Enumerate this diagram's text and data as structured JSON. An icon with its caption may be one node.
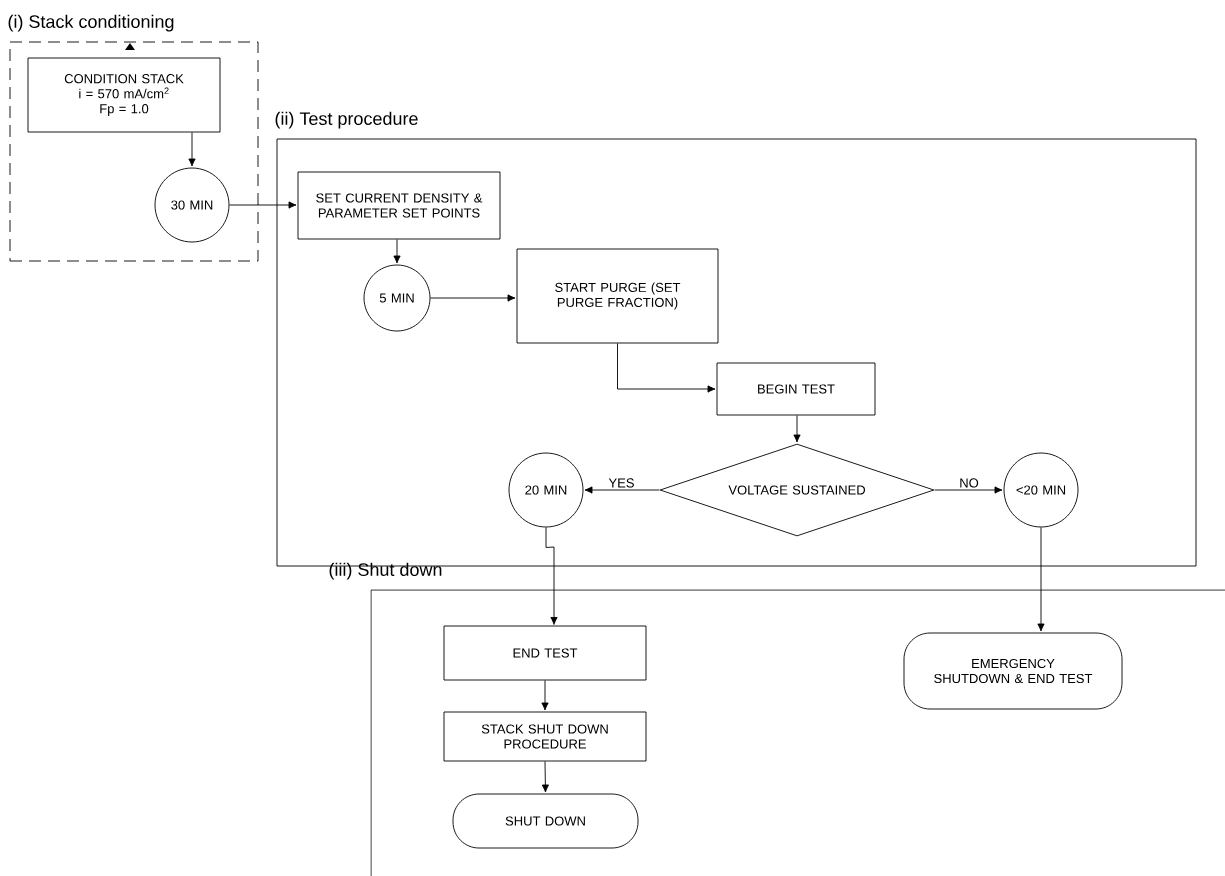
{
  "diagram": {
    "nodes": [
      {
        "text": [
          "(i) Stack conditioning"
        ]
      },
      {
        "text": [
          "CONDITION STACK",
          "i = 570 mA/cm$^{2}$",
          "Fp = 1.0"
        ],
        "in": 0
      },
      {
        "text": [
          "30 MIN"
        ],
        "in": 0
      },
      {
        "text": [
          "(ii) Test procedure"
        ]
      },
      {
        "text": [
          "SET CURRENT DENSITY & PARAMETER SET POINTS"
        ],
        "in": 3
      },
      {
        "text": [
          "5 MIN"
        ],
        "in": 3
      },
      {
        "text": [
          "START PURGE (SET PURGE FRACTION)"
        ],
        "in": 3
      },
      {
        "text": [
          "BEGIN TEST"
        ],
        "in": 3
      },
      {
        "text": [
          "VOLTAGE SUSTAINED"
        ],
        "in": 3
      },
      {
        "text": [
          "20 MIN"
        ],
        "in": 3
      },
      {
        "text": [
          "<20 MIN"
        ],
        "in": 3
      },
      {
        "text": [
          "(iii) Shut down"
        ]
      },
      {
        "text": [
          "END  TEST"
        ],
        "in": 11
      },
      {
        "text": [
          "STACK SHUT DOWN PROCEDURE"
        ],
        "in": 11
      },
      {
        "text": [
          "SHUT DOWN"
        ],
        "in": 11
      },
      {
        "text": [
          "EMERGENCY SHUTDOWN & END TEST"
        ],
        "in": 11
      }
    ],
    "edges": [
      {
        "from": 1,
        "to": 2,
        "arrow": "to"
      },
      {
        "from": 2,
        "to": 4,
        "arrow": "to"
      },
      {
        "from": 4,
        "to": 5,
        "arrow": "to"
      },
      {
        "from": 5,
        "to": 6,
        "arrow": "to"
      },
      {
        "from": 6,
        "to": 7,
        "arrow": "to"
      },
      {
        "from": 7,
        "to": 8,
        "arrow": "to"
      },
      {
        "from": 8,
        "to": 9,
        "arrow": "to",
        "label": "YES"
      },
      {
        "from": 8,
        "to": 10,
        "arrow": "to",
        "label": "NO"
      },
      {
        "from": 9,
        "to": 12,
        "arrow": "to"
      },
      {
        "from": 10,
        "to": 15,
        "arrow": "to"
      },
      {
        "from": 12,
        "to": 13,
        "arrow": "to"
      },
      {
        "from": 13,
        "to": 14,
        "arrow": "to"
      }
    ]
  }
}
